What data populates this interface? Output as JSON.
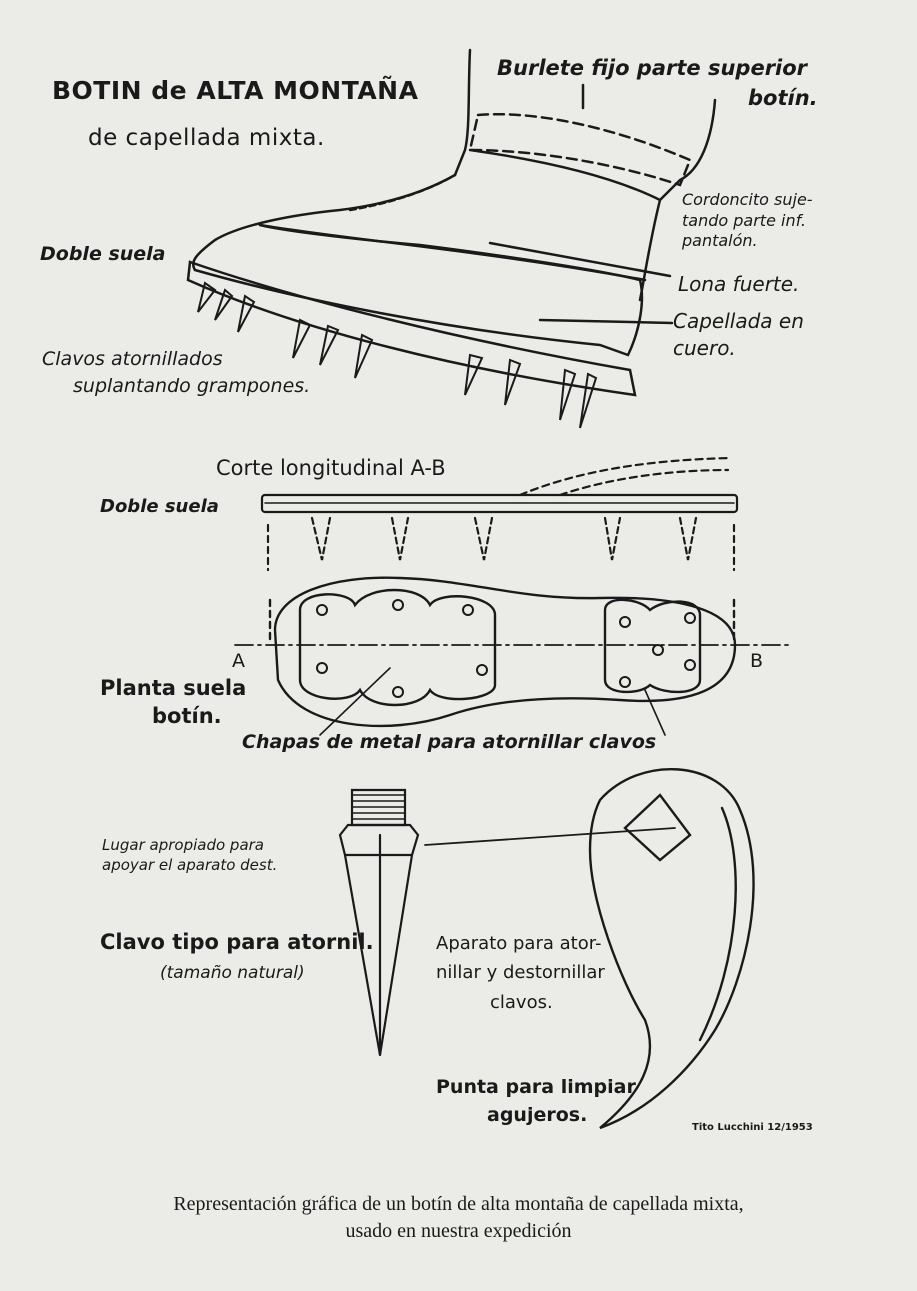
{
  "title": {
    "line1": "BOTIN de ALTA MONTAÑA",
    "line2": "de capellada mixta."
  },
  "boot_labels": {
    "burlete_1": "Burlete fijo parte superior",
    "burlete_2": "botín.",
    "cordoncito_1": "Cordoncito suje-",
    "cordoncito_2": "tando parte inf.",
    "cordoncito_3": "pantalón.",
    "doble_suela": "Doble suela",
    "lona": "Lona fuerte.",
    "capellada_1": "Capellada en",
    "capellada_2": "cuero.",
    "clavos_1": "Clavos atornillados",
    "clavos_2": "suplantando grampones."
  },
  "section": {
    "title": "Corte longitudinal A-B",
    "doble_suela": "Doble suela",
    "point_a": "A",
    "point_b": "B",
    "planta_1": "Planta suela",
    "planta_2": "botín.",
    "chapas": "Chapas de metal para atornillar clavos"
  },
  "nail": {
    "lugar_1": "Lugar apropiado para",
    "lugar_2": "apoyar el aparato dest.",
    "clavo_1": "Clavo tipo para atornil.",
    "clavo_2": "(tamaño natural)"
  },
  "tool": {
    "aparato_1": "Aparato para ator-",
    "aparato_2": "nillar y destornillar",
    "aparato_3": "clavos.",
    "punta_1": "Punta para limpiar",
    "punta_2": "agujeros."
  },
  "signature": "Tito Lucchini 12/1953",
  "caption": {
    "line1": "Representación gráfica de un botín de alta montaña de capellada mixta,",
    "line2": "usado en nuestra expedición"
  }
}
